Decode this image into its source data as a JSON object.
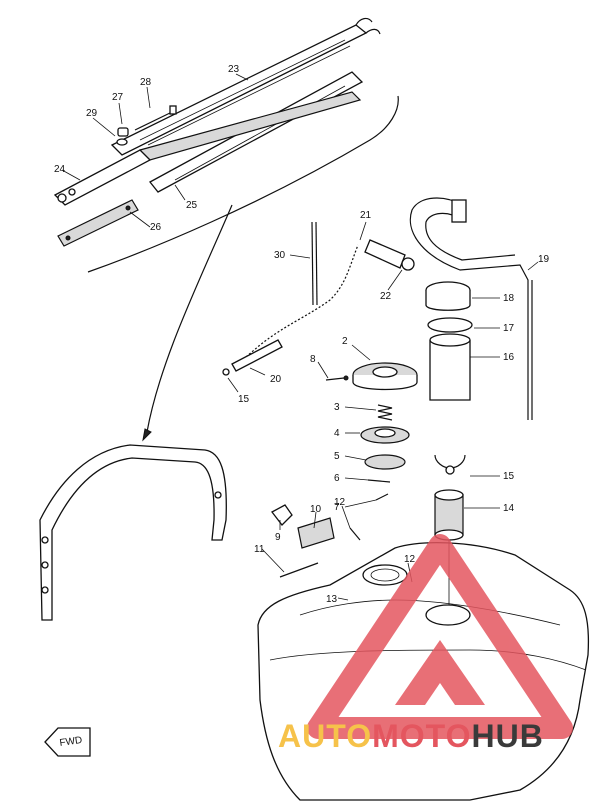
{
  "diagram": {
    "callouts": [
      {
        "id": "c2",
        "text": "2"
      },
      {
        "id": "c3",
        "text": "3"
      },
      {
        "id": "c4",
        "text": "4"
      },
      {
        "id": "c5",
        "text": "5"
      },
      {
        "id": "c6",
        "text": "6"
      },
      {
        "id": "c7",
        "text": "7"
      },
      {
        "id": "c8",
        "text": "8"
      },
      {
        "id": "c9",
        "text": "9"
      },
      {
        "id": "c10",
        "text": "10"
      },
      {
        "id": "c11",
        "text": "11"
      },
      {
        "id": "c12a",
        "text": "12"
      },
      {
        "id": "c12b",
        "text": "12"
      },
      {
        "id": "c13",
        "text": "13"
      },
      {
        "id": "c14",
        "text": "14"
      },
      {
        "id": "c15a",
        "text": "15"
      },
      {
        "id": "c15b",
        "text": "15"
      },
      {
        "id": "c16",
        "text": "16"
      },
      {
        "id": "c17",
        "text": "17"
      },
      {
        "id": "c18",
        "text": "18"
      },
      {
        "id": "c19",
        "text": "19"
      },
      {
        "id": "c20",
        "text": "20"
      },
      {
        "id": "c21",
        "text": "21"
      },
      {
        "id": "c22",
        "text": "22"
      },
      {
        "id": "c23",
        "text": "23"
      },
      {
        "id": "c24",
        "text": "24"
      },
      {
        "id": "c25",
        "text": "25"
      },
      {
        "id": "c26",
        "text": "26"
      },
      {
        "id": "c27",
        "text": "27"
      },
      {
        "id": "c28",
        "text": "28"
      },
      {
        "id": "c29",
        "text": "29"
      },
      {
        "id": "c30",
        "text": "30"
      }
    ],
    "fwd_label": "FWD"
  },
  "watermark": {
    "part1": "AUTO",
    "part2": "MOTO",
    "part3": "HUB",
    "color_yellow": "#f6c24a",
    "color_red": "#e4565f",
    "color_dark": "#3a3a3a"
  }
}
